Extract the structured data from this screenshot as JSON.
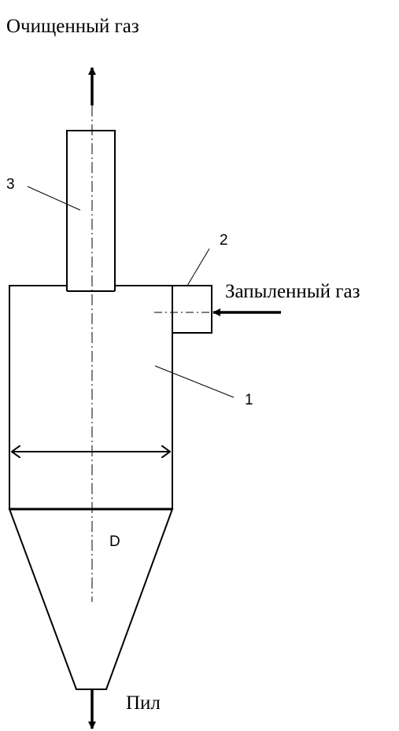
{
  "labels": {
    "clean_gas": "Очищенный газ",
    "dusty_gas": "Запыленный газ",
    "dust": "Пил",
    "diameter": "D"
  },
  "callouts": {
    "body": "1",
    "inlet": "2",
    "exhaust_pipe": "3"
  },
  "colors": {
    "stroke": "#000000",
    "background": "#ffffff"
  }
}
